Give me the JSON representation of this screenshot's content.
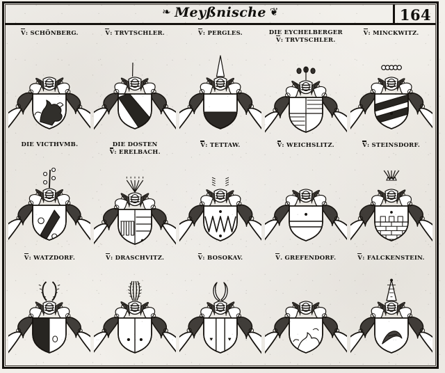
{
  "header": {
    "title": "Meyßnische",
    "flourish_left": "❧",
    "flourish_right": "❦",
    "page_number": "164"
  },
  "plate": {
    "kind": "heraldic-plate",
    "rows": 3,
    "columns": 5,
    "total_arms": 15
  },
  "arms": [
    {
      "prefix": "V",
      "label": "V̄: SCHÖNBERG.",
      "line1": "V̄: SCHÖNBERG.",
      "line2": "",
      "shield": "lion-rampant",
      "crest": "lion-issuant",
      "tincture_field": "#ffffff",
      "tincture_charge": "#15120e"
    },
    {
      "prefix": "V",
      "label": "V̄: TRVTSCHLER.",
      "line1": "V̄: TRVTSCHLER.",
      "line2": "",
      "shield": "bend-sinister",
      "crest": "column-bust",
      "tincture_field": "#ffffff",
      "tincture_charge": "#15120e"
    },
    {
      "prefix": "V",
      "label": "V̄: PERGLES.",
      "line1": "V̄: PERGLES.",
      "line2": "",
      "shield": "chief-base",
      "crest": "tall-plume-hat",
      "tincture_field": "#ffffff",
      "tincture_charge": "#15120e"
    },
    {
      "prefix": "V",
      "label": "DIE EYCHELBERGER V̄: TRVTSCHLER.",
      "line1": "DIE EYCHELBERGER",
      "line2": "V̄: TRVTSCHLER.",
      "shield": "quartered",
      "crest": "acorn-spray",
      "tincture_field": "#ffffff",
      "tincture_charge": "#15120e"
    },
    {
      "prefix": "V",
      "label": "V̄: MINCKWITZ.",
      "line1": "V̄: MINCKWITZ.",
      "line2": "",
      "shield": "two-bends",
      "crest": "ball-tipped-rods",
      "tincture_field": "#ffffff",
      "tincture_charge": "#15120e"
    },
    {
      "prefix": "DIE",
      "label": "DIE VICTHVMB.",
      "line1": "DIE VICTHVMB.",
      "line2": "",
      "shield": "bend-baton",
      "crest": "budded-stalk",
      "tincture_field": "#ffffff",
      "tincture_charge": "#15120e"
    },
    {
      "prefix": "DIE",
      "label": "DIE DOSTEN V̄: ERELBACH.",
      "line1": "DIE DOSTEN",
      "line2": "V̄: ERELBACH.",
      "shield": "per-pale-bars",
      "crest": "flower-rods",
      "tincture_field": "#ffffff",
      "tincture_charge": "#15120e"
    },
    {
      "prefix": "V",
      "label": "V̄: TETTAW.",
      "line1": "V̄: TETTAW.",
      "line2": "",
      "shield": "dancetty-zigzag",
      "crest": "double-plume",
      "tincture_field": "#ffffff",
      "tincture_charge": "#15120e"
    },
    {
      "prefix": "V",
      "label": "V̄: WEICHSLITZ.",
      "line1": "V̄: WEICHSLITZ.",
      "line2": "",
      "shield": "per-fess-bar",
      "crest": "fan-plume",
      "tincture_field": "#ffffff",
      "tincture_charge": "#15120e"
    },
    {
      "prefix": "V",
      "label": "V̄: STEINSDORF.",
      "line1": "V̄: STEINSDORF.",
      "line2": "",
      "shield": "masoned-wall",
      "crest": "crowned-plume",
      "tincture_field": "#ffffff",
      "tincture_charge": "#15120e"
    },
    {
      "prefix": "V",
      "label": "V̄: WATZDORF.",
      "line1": "V̄: WATZDORF.",
      "line2": "",
      "shield": "per-pale-sable-argent",
      "crest": "buffalo-horns",
      "tincture_field": "#ffffff",
      "tincture_charge": "#15120e"
    },
    {
      "prefix": "V",
      "label": "V̄: DRASCHVITZ.",
      "line1": "V̄: DRASCHVITZ.",
      "line2": "",
      "shield": "per-pale-plain",
      "crest": "tall-feathers",
      "tincture_field": "#ffffff",
      "tincture_charge": "#15120e"
    },
    {
      "prefix": "V",
      "label": "V̄: BOSOKAV.",
      "line1": "V̄: BOSOKAV.",
      "line2": "",
      "shield": "pale-between",
      "crest": "horns-pair",
      "tincture_field": "#ffffff",
      "tincture_charge": "#15120e"
    },
    {
      "prefix": "V",
      "label": "V̄. GREFENDORF.",
      "line1": "V̄. GREFENDORF.",
      "line2": "",
      "shield": "beast-rampant",
      "crest": "beast-issuant",
      "tincture_field": "#ffffff",
      "tincture_charge": "#15120e"
    },
    {
      "prefix": "V",
      "label": "V̄: FALCKENSTEIN.",
      "line1": "V̄: FALCKENSTEIN.",
      "line2": "",
      "shield": "crescent-horn",
      "crest": "pointed-cap",
      "tincture_field": "#ffffff",
      "tincture_charge": "#15120e"
    }
  ]
}
